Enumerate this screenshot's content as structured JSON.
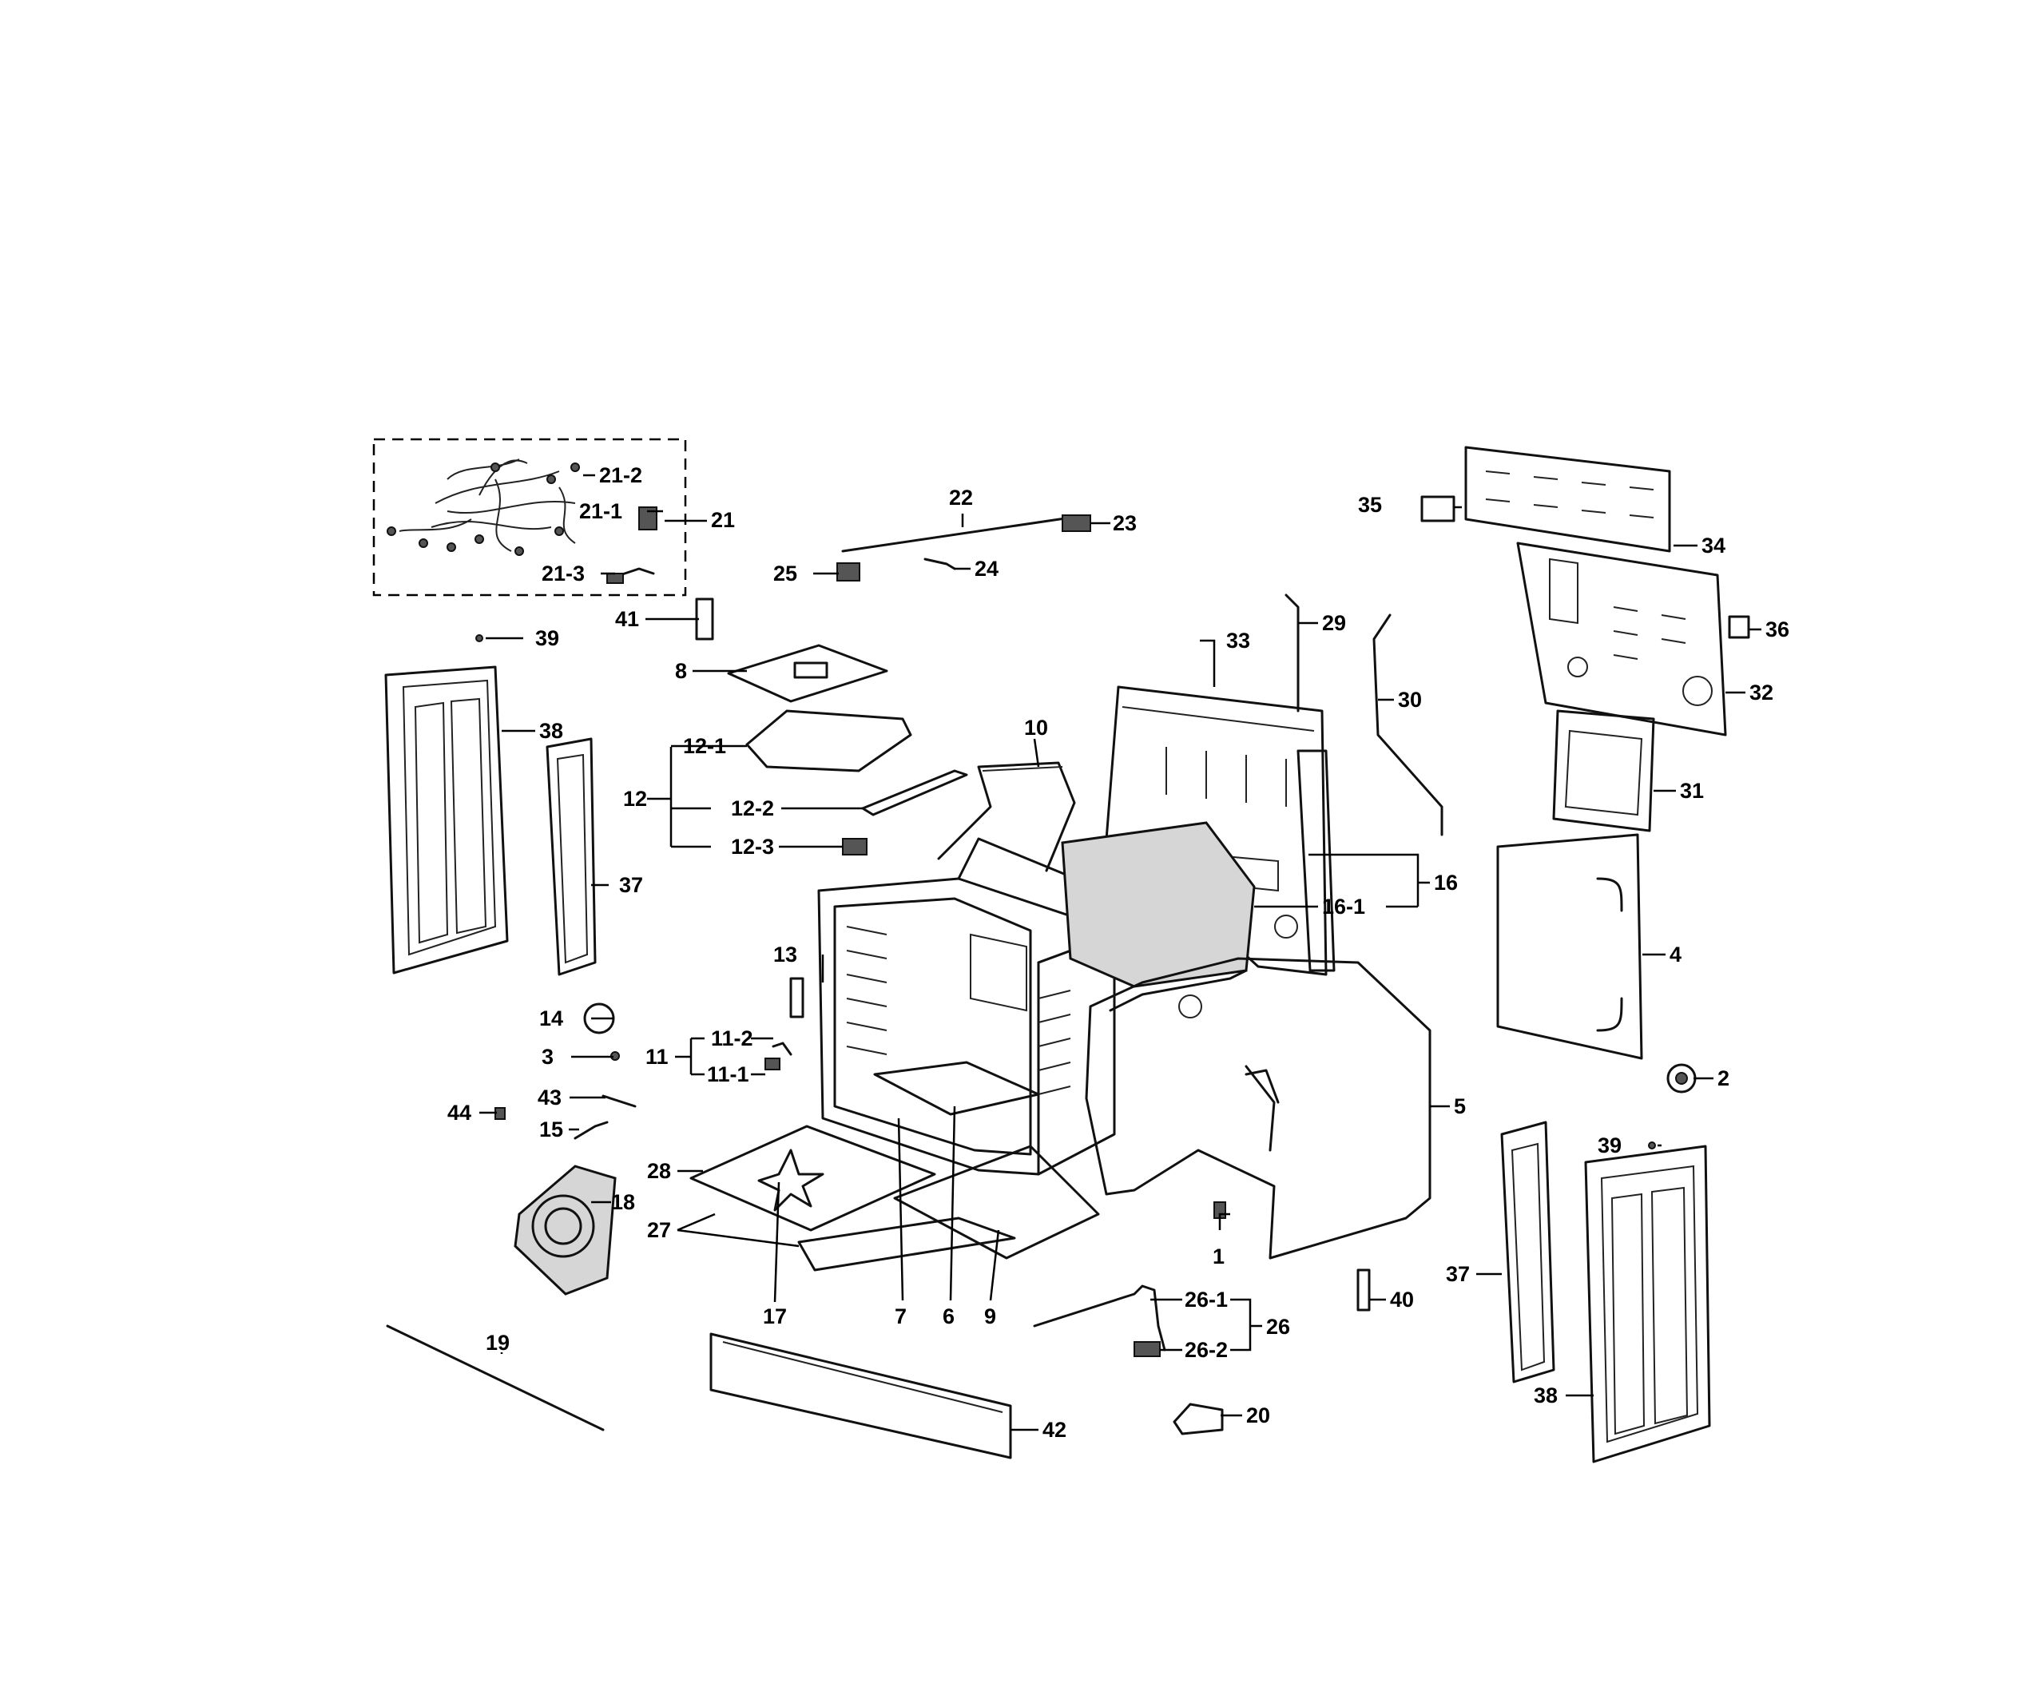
{
  "labels": {
    "p1": "1",
    "p2": "2",
    "p3": "3",
    "p4": "4",
    "p5": "5",
    "p6": "6",
    "p7": "7",
    "p8": "8",
    "p9": "9",
    "p10": "10",
    "p11": "11",
    "p11_1": "11-1",
    "p11_2": "11-2",
    "p12": "12",
    "p12_1": "12-1",
    "p12_2": "12-2",
    "p12_3": "12-3",
    "p13": "13",
    "p14": "14",
    "p15": "15",
    "p16": "16",
    "p16_1": "16-1",
    "p17": "17",
    "p18": "18",
    "p19": "19",
    "p20": "20",
    "p21": "21",
    "p21_1": "21-1",
    "p21_2": "21-2",
    "p21_3": "21-3",
    "p22": "22",
    "p23": "23",
    "p24": "24",
    "p25": "25",
    "p26": "26",
    "p26_1": "26-1",
    "p26_2": "26-2",
    "p27": "27",
    "p28": "28",
    "p29": "29",
    "p30": "30",
    "p31": "31",
    "p32": "32",
    "p33": "33",
    "p34": "34",
    "p35": "35",
    "p36": "36",
    "p37_left": "37",
    "p37_right": "37",
    "p38_left": "38",
    "p38_right": "38",
    "p39_left": "39",
    "p39_right": "39",
    "p40": "40",
    "p41": "41",
    "p42": "42",
    "p43": "43",
    "p44": "44"
  }
}
